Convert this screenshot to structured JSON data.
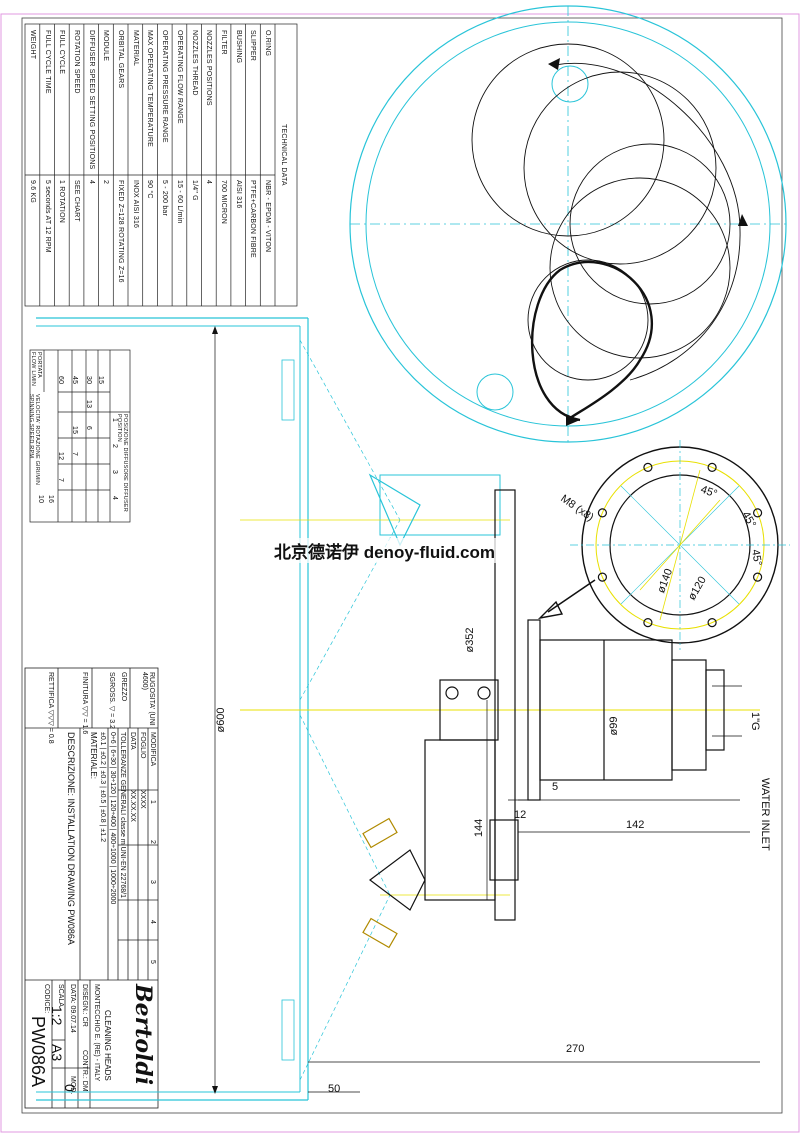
{
  "watermark": "北京德诺伊 denoy-fluid.com",
  "technical_data": {
    "title": "TECHNICAL DATA",
    "rows": [
      {
        "label": "O.RING",
        "value": "NBR - EPDM - VITON"
      },
      {
        "label": "SLIPPER",
        "value": "PTFE+CARBON FIBRE"
      },
      {
        "label": "BUSHING",
        "value": "AISI 316"
      },
      {
        "label": "FILTER",
        "value": "700 MICRON"
      },
      {
        "label": "NOZZLES POSITIONS",
        "value": "4"
      },
      {
        "label": "NOZZLES THREAD",
        "value": "1/4\" G"
      },
      {
        "label": "OPERATING FLOW RANGE",
        "value": "15 - 60 L/min"
      },
      {
        "label": "OPERATING PRESSURE RANGE",
        "value": "5 - 200 bar"
      },
      {
        "label": "MAX OPERATING TEMPERATURE",
        "value": "90 °C"
      },
      {
        "label": "MATERIAL",
        "value": "INOX AISI 316"
      },
      {
        "label": "ORBITAL GEARS",
        "value": "FIXED Z=128 ROTATING Z=16"
      },
      {
        "label": "MODULE",
        "value": "2"
      },
      {
        "label": "DIFFUSER SPEED SETTING POSITIONS",
        "value": "4"
      },
      {
        "label": "ROTATION SPEED",
        "value": "SEE CHART"
      },
      {
        "label": "FULL CYCLE",
        "value": "1 ROTATION"
      },
      {
        "label": "FULL CYCLE TIME",
        "value": "5 seconds AT 12 RPM"
      },
      {
        "label": "WEIGHT",
        "value": "9.6 KG"
      }
    ]
  },
  "speed_chart": {
    "flow_header": "PORTATA FLOW L/MIN",
    "position_header": "POSIZIONE DIFFUSORE DIFFUSER POSITION",
    "speed_header": "VELOCITA' ROTAZIONE GIRI/MIN SPINNING SPEED RPM",
    "positions": [
      "1",
      "2",
      "3",
      "4"
    ],
    "rows": [
      {
        "flow": "15",
        "cells": [
          "",
          "",
          "",
          ""
        ]
      },
      {
        "flow": "30",
        "cells": [
          "13",
          "6",
          "",
          ""
        ]
      },
      {
        "flow": "45",
        "cells": [
          "",
          "15",
          "7",
          ""
        ]
      },
      {
        "flow": "60",
        "cells": [
          "",
          "",
          "12",
          "7"
        ]
      }
    ],
    "extra": [
      "16",
      "10"
    ]
  },
  "dimensions": {
    "d600": "ø600",
    "d352": "ø352",
    "d99": "ø99",
    "d120": "ø120",
    "d140": "ø140",
    "m8": "M8 (x8)",
    "a45a": "45°",
    "a45b": "45°",
    "a45c": "45°",
    "thread": "1\"G",
    "water_inlet": "WATER INLET",
    "l5": "5",
    "l142": "142",
    "l12": "12",
    "l144": "144",
    "l270": "270",
    "l50": "50"
  },
  "roughness": {
    "title": "RUGOSITA' (UNI 4600)",
    "grezzo": "GREZZO",
    "sgross": "SGROSS. ▽ = 3.2",
    "finitura": "FINITURA ▽▽ = 1.6",
    "rettifica": "RETTIFICA ▽▽▽ = 0.8"
  },
  "modifica": {
    "label": "MODIFICA",
    "foglio": "FOGLIO",
    "data": "DATA",
    "cols": [
      "1",
      "2",
      "3",
      "4",
      "5"
    ],
    "foglio_val": "XXXX",
    "data_val": "XX.XX.XX"
  },
  "tolerances": {
    "title": "TOLLERANZE GENERALI classe m UNI-EN 22768/1",
    "ranges": "0÷6 | 6÷30 | 30÷120 | 120÷400 | 400÷1000 | 1000÷2000",
    "values": "±0.1 | ±0.2 | ±0.3 | ±0.5 | ±0.8 | ±1.2"
  },
  "materiale": "MATERIALE:",
  "descrizione": "DESCRIZIONE: INSTALLATION DRAWING PW086A",
  "company": {
    "logo": "Bertoldi",
    "subtitle": "CLEANING HEADS",
    "address": "MONTECCHIO E. (RE) - ITALY"
  },
  "drawing": {
    "disegn": "DISEGN.: CR",
    "contr": "CONTR.: DM",
    "data": "DATA: 09.07.14",
    "mod": "MOD.",
    "scala_label": "SCALA",
    "scala": "1:2",
    "format": "A3",
    "revision": "0",
    "codice_label": "CODICE:",
    "codice": "PW086A"
  },
  "colors": {
    "cyan": "#29c4d8",
    "yellow": "#e8e000",
    "black": "#111111",
    "magenta_border": "#e09ae0"
  }
}
